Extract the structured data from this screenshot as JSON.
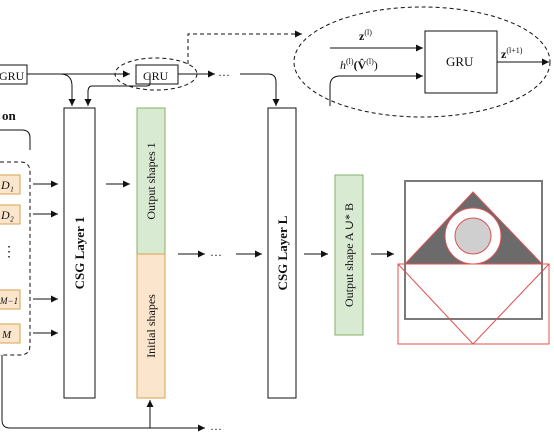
{
  "gru_labels": {
    "left": "GRU",
    "middle": "GRU",
    "detail": "GRU"
  },
  "gru_detail": {
    "input_top": "z",
    "input_top_sup": "(l)",
    "input_bottom_prefix": "h",
    "input_bottom_sup": "(l)",
    "input_bottom_arg": "(V̂",
    "input_bottom_arg_sup": "(l)",
    "input_bottom_close": ")",
    "output": "z",
    "output_sup": "(l+1)"
  },
  "left_panel": {
    "title_fragment": "on",
    "shape_labels": [
      "D₁",
      "D₂",
      "⋮",
      "M−1",
      "M"
    ]
  },
  "layers": {
    "first": "CSG Layer 1",
    "last": "CSG Layer L"
  },
  "stack": {
    "output_shapes": "Output shapes 1",
    "initial_shapes": "Initial shapes"
  },
  "final_output": "Output shape A ∪* B",
  "ellipsis": "···",
  "colors": {
    "green_fill": "#d9ead3",
    "green_stroke": "#82b366",
    "orange_fill": "#fce5cd",
    "orange_stroke": "#d6a24a",
    "dark_gray": "#6b6b6b",
    "light_gray": "#cfcfcf",
    "red": "#e05050"
  }
}
